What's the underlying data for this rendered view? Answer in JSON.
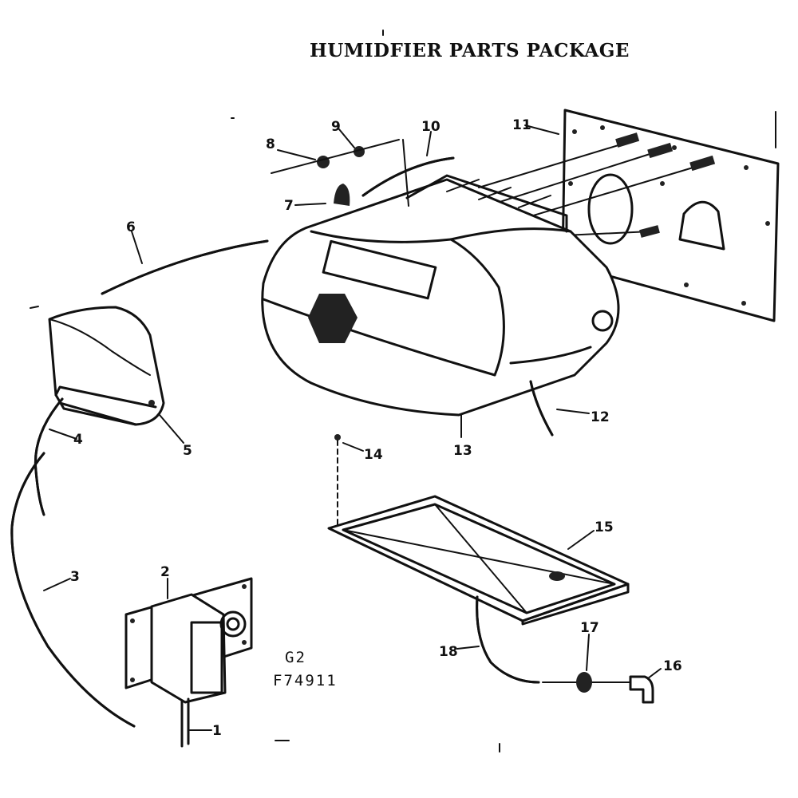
{
  "title": "HUMIDFIER PARTS PACKAGE",
  "diagram_code": {
    "line1": "G2",
    "line2": "F74911"
  },
  "callouts": [
    {
      "id": "1",
      "text": "1"
    },
    {
      "id": "2",
      "text": "2"
    },
    {
      "id": "3",
      "text": "3"
    },
    {
      "id": "4",
      "text": "4"
    },
    {
      "id": "5",
      "text": "5"
    },
    {
      "id": "6",
      "text": "6"
    },
    {
      "id": "7",
      "text": "7"
    },
    {
      "id": "8",
      "text": "8"
    },
    {
      "id": "9",
      "text": "9"
    },
    {
      "id": "10",
      "text": "10"
    },
    {
      "id": "11",
      "text": "11"
    },
    {
      "id": "12",
      "text": "12"
    },
    {
      "id": "13",
      "text": "13"
    },
    {
      "id": "14",
      "text": "14"
    },
    {
      "id": "15",
      "text": "15"
    },
    {
      "id": "16",
      "text": "16"
    },
    {
      "id": "17",
      "text": "17"
    },
    {
      "id": "18",
      "text": "18"
    }
  ]
}
